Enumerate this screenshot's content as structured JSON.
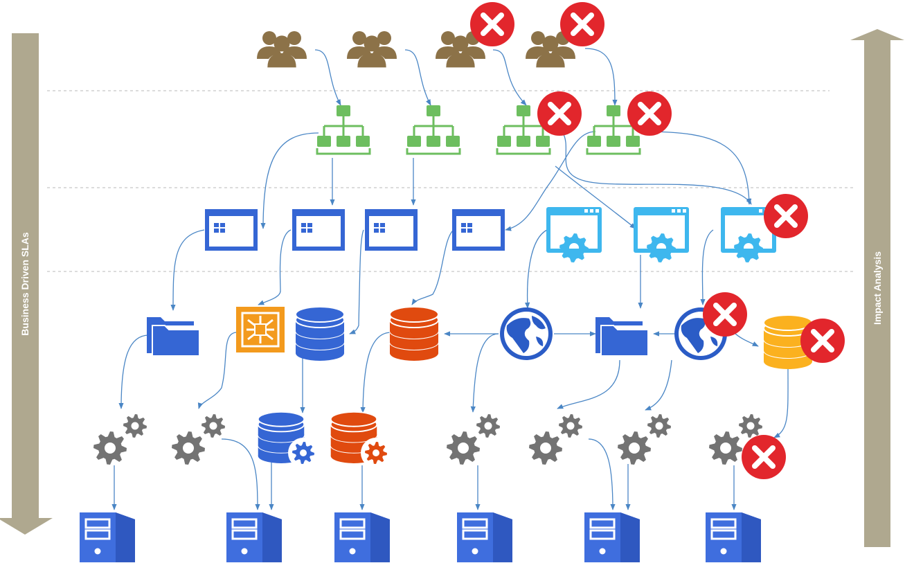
{
  "left_arrow": {
    "label": "Business Driven SLAs",
    "direction": "down",
    "color": "#afa88f"
  },
  "right_arrow": {
    "label": "Impact Analysis",
    "direction": "up",
    "color": "#afa88f"
  },
  "colors": {
    "people": "#8c7248",
    "network": "#6dbe5f",
    "app_window": "#3566d4",
    "web_app": "#3eb7ee",
    "folder": "#3566d4",
    "database_blue": "#3566d4",
    "database_red": "#e04a0f",
    "database_yellow": "#fbb11f",
    "globe": "#2b5cc6",
    "office": "#f39a1d",
    "gears": "#737373",
    "server": "#3f6ede",
    "connector": "#4a86c5",
    "fail": "#e2262c",
    "separator": "#b8b8b8"
  },
  "layers": [
    {
      "name": "users",
      "nodes": [
        {
          "icon": "people-icon",
          "failed": false
        },
        {
          "icon": "people-icon",
          "failed": false
        },
        {
          "icon": "people-icon",
          "failed": true
        },
        {
          "icon": "people-icon",
          "failed": true
        }
      ]
    },
    {
      "name": "networks",
      "nodes": [
        {
          "icon": "network-icon",
          "failed": false
        },
        {
          "icon": "network-icon",
          "failed": false
        },
        {
          "icon": "network-icon",
          "failed": true
        },
        {
          "icon": "network-icon",
          "failed": true
        }
      ]
    },
    {
      "name": "applications",
      "nodes": [
        {
          "icon": "app-window-icon",
          "failed": false
        },
        {
          "icon": "app-window-icon",
          "failed": false
        },
        {
          "icon": "app-window-icon",
          "failed": false
        },
        {
          "icon": "app-window-icon",
          "failed": false
        },
        {
          "icon": "web-app-icon",
          "failed": false
        },
        {
          "icon": "web-app-icon",
          "failed": false
        },
        {
          "icon": "web-app-icon",
          "failed": true
        }
      ]
    },
    {
      "name": "data",
      "nodes": [
        {
          "icon": "folder-icon",
          "failed": false
        },
        {
          "icon": "office-icon",
          "failed": false
        },
        {
          "icon": "database-icon",
          "failed": false
        },
        {
          "icon": "database-icon",
          "failed": false
        },
        {
          "icon": "globe-icon",
          "failed": false
        },
        {
          "icon": "folder-icon",
          "failed": false
        },
        {
          "icon": "globe-icon",
          "failed": true
        },
        {
          "icon": "database-icon",
          "failed": true
        }
      ]
    },
    {
      "name": "services",
      "nodes": [
        {
          "icon": "gears-icon",
          "failed": false
        },
        {
          "icon": "gears-icon",
          "failed": false
        },
        {
          "icon": "database-service-icon",
          "failed": false
        },
        {
          "icon": "database-service-icon",
          "failed": false
        },
        {
          "icon": "gears-icon",
          "failed": false
        },
        {
          "icon": "gears-icon",
          "failed": false
        },
        {
          "icon": "gears-icon",
          "failed": false
        },
        {
          "icon": "gears-icon",
          "failed": true
        }
      ]
    },
    {
      "name": "servers",
      "nodes": [
        {
          "icon": "server-icon",
          "failed": false
        },
        {
          "icon": "server-icon",
          "failed": false
        },
        {
          "icon": "server-icon",
          "failed": false
        },
        {
          "icon": "server-icon",
          "failed": false
        },
        {
          "icon": "server-icon",
          "failed": false
        },
        {
          "icon": "server-icon",
          "failed": false
        }
      ]
    }
  ]
}
